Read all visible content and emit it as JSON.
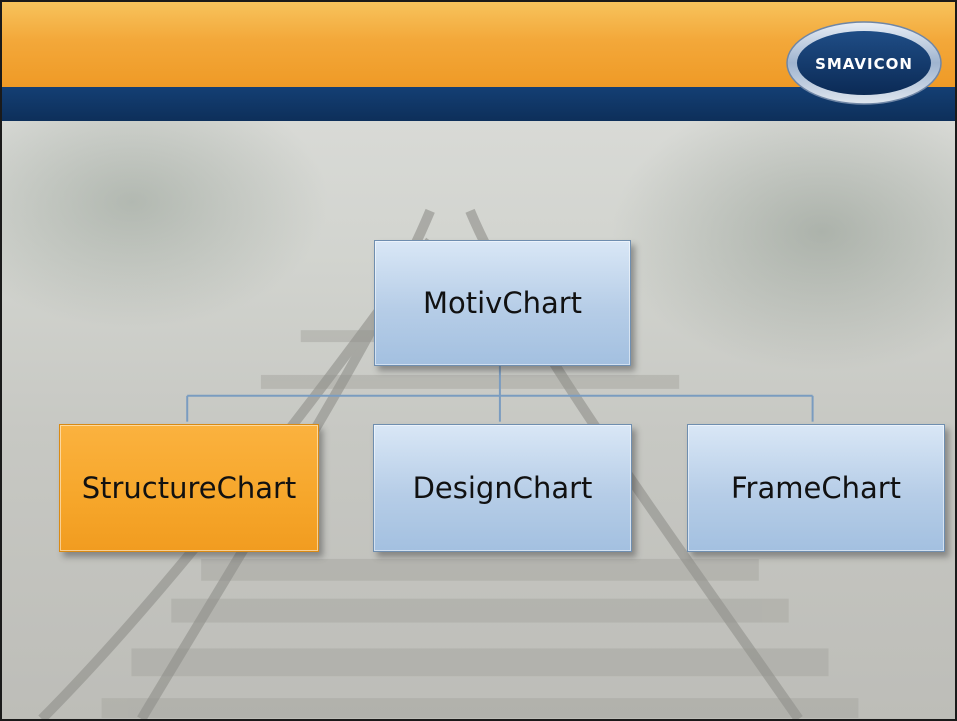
{
  "header": {
    "logo_text": "SMAVICON",
    "orange": "#f3a83a",
    "navy": "#0d2f5a"
  },
  "diagram": {
    "root": {
      "label": "MotivChart"
    },
    "children": [
      {
        "label": "StructureChart",
        "selected": true
      },
      {
        "label": "DesignChart",
        "selected": false
      },
      {
        "label": "FrameChart",
        "selected": false
      }
    ],
    "box_color": "#b6cde7",
    "selected_color": "#f6a62a",
    "connector_color": "#7a9cc0"
  }
}
